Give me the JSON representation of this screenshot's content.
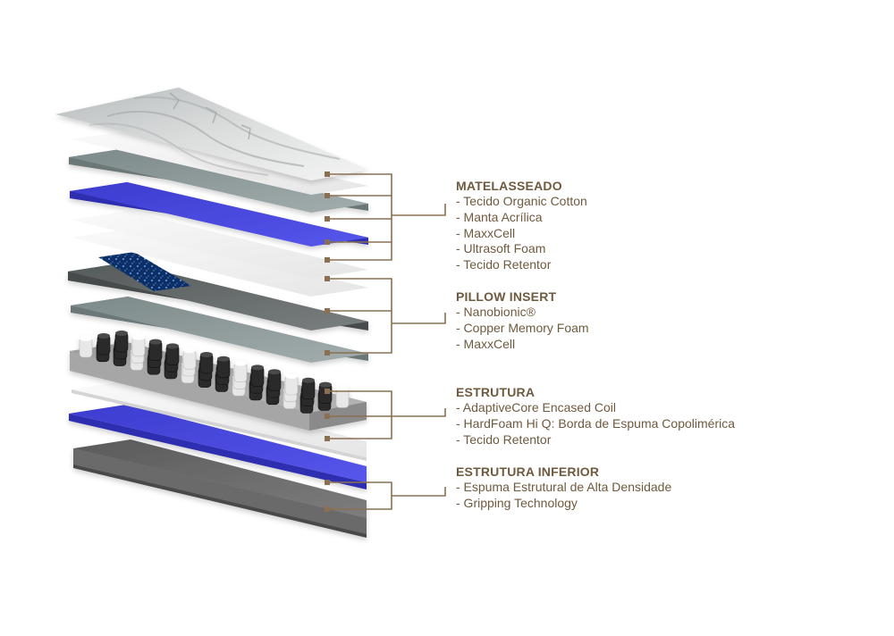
{
  "colors": {
    "label": "#6e5a3e",
    "leader": "#8a7050",
    "blue_foam": "#4a4ae0",
    "gray_foam": "#8c9898",
    "dark_foam": "#6a6e6e",
    "white_layer": "#f2f2f2"
  },
  "groups": [
    {
      "title": "MATELASSEADO",
      "items": [
        "- Tecido Organic Cotton",
        "- Manta Acrílica",
        "- MaxxCell",
        "- Ultrasoft Foam",
        "- Tecido Retentor"
      ]
    },
    {
      "title": "PILLOW INSERT",
      "items": [
        "- Nanobionic®",
        "- Copper Memory Foam",
        "- MaxxCell"
      ]
    },
    {
      "title": "ESTRUTURA",
      "items": [
        "- AdaptiveCore Encased Coil",
        "- HardFoam Hi Q: Borda de Espuma Copolimérica",
        "- Tecido Retentor"
      ]
    },
    {
      "title": "ESTRUTURA INFERIOR",
      "items": [
        "- Espuma Estrutural de Alta Densidade",
        "- Gripping Technology"
      ]
    }
  ]
}
